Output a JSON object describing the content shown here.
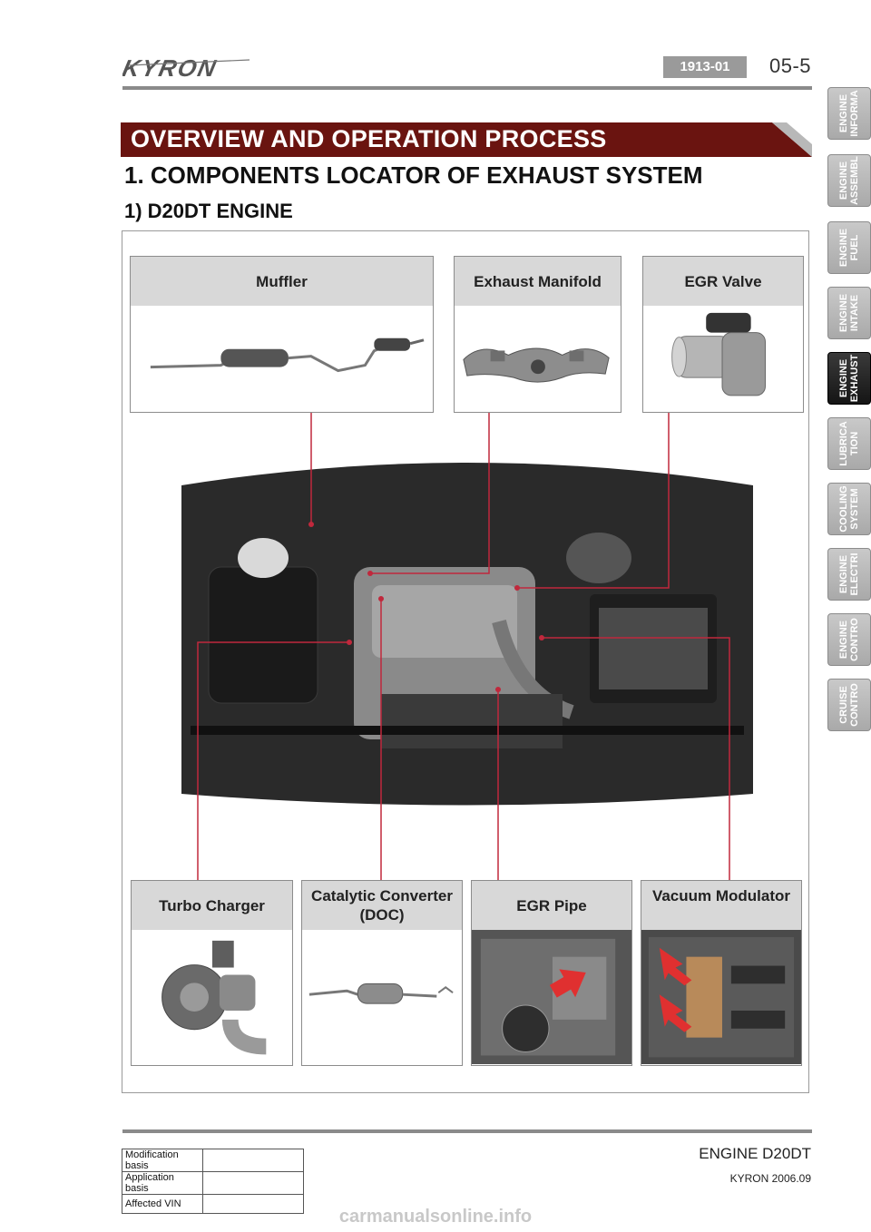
{
  "header": {
    "logo_text": "KYRON",
    "section_code": "1913-01",
    "page_number": "05-5"
  },
  "banner": {
    "title": "OVERVIEW AND OPERATION PROCESS"
  },
  "headings": {
    "h1": "1. COMPONENTS LOCATOR OF EXHAUST SYSTEM",
    "h2": "1) D20DT ENGINE"
  },
  "components": {
    "top": [
      {
        "label": "Muffler"
      },
      {
        "label": "Exhaust Manifold"
      },
      {
        "label": "EGR Valve"
      }
    ],
    "bottom": [
      {
        "label": "Turbo Charger"
      },
      {
        "label": "Catalytic Converter (DOC)",
        "line1": "Catalytic Converter",
        "line2": "(DOC)"
      },
      {
        "label": "EGR Pipe"
      },
      {
        "label": "Vacuum Modulator"
      }
    ]
  },
  "colors": {
    "banner": "#6a1410",
    "leader_line": "#c0283c",
    "tab_active": "#1c1c1c",
    "tab_inactive": "#b5b5b5"
  },
  "side_tabs": [
    {
      "line1": "ENGINE",
      "line2": "INFORMA",
      "active": false
    },
    {
      "line1": "ENGINE",
      "line2": "ASSEMBL",
      "active": false
    },
    {
      "line1": "ENGINE",
      "line2": "FUEL",
      "active": false
    },
    {
      "line1": "ENGINE",
      "line2": "INTAKE",
      "active": false
    },
    {
      "line1": "ENGINE",
      "line2": "EXHAUST",
      "active": true
    },
    {
      "line1": "LUBRICA",
      "line2": "TION",
      "active": false
    },
    {
      "line1": "COOLING",
      "line2": "SYSTEM",
      "active": false
    },
    {
      "line1": "ENGINE",
      "line2": "ELECTRI",
      "active": false
    },
    {
      "line1": "ENGINE",
      "line2": "CONTRO",
      "active": false
    },
    {
      "line1": "CRUISE",
      "line2": "CONTRO",
      "active": false
    }
  ],
  "footer": {
    "title": "ENGINE D20DT",
    "date": "KYRON 2006.09",
    "table": [
      {
        "label": "Modification basis",
        "value": ""
      },
      {
        "label": "Application basis",
        "value": ""
      },
      {
        "label": "Affected VIN",
        "value": ""
      }
    ]
  },
  "watermark": "carmanualsonline.info"
}
